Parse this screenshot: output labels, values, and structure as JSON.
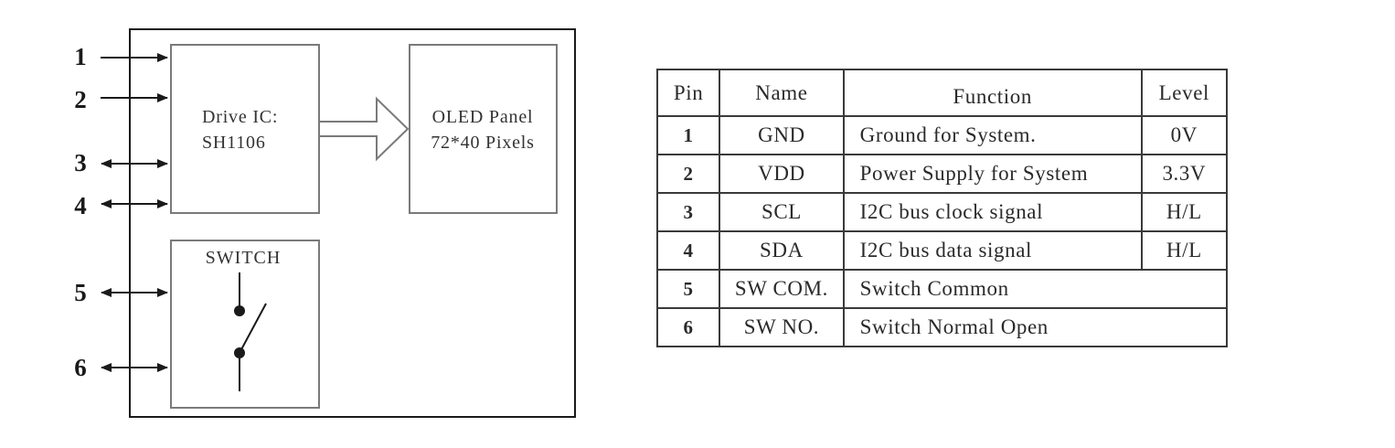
{
  "diagram": {
    "pin_labels": [
      "1",
      "2",
      "3",
      "4",
      "5",
      "6"
    ],
    "drive_ic": {
      "line1": "Drive IC:",
      "line2": "SH1106"
    },
    "oled_panel": {
      "line1": "OLED Panel",
      "line2": "72*40 Pixels"
    },
    "switch_label": "SWITCH"
  },
  "table": {
    "headers": {
      "pin": "Pin",
      "name": "Name",
      "function": "Function",
      "level": "Level"
    },
    "rows": [
      {
        "pin": "1",
        "name": "GND",
        "function": "Ground for System.",
        "level": "0V"
      },
      {
        "pin": "2",
        "name": "VDD",
        "function": "Power Supply for System",
        "level": "3.3V"
      },
      {
        "pin": "3",
        "name": "SCL",
        "function": "I2C bus clock signal",
        "level": "H/L"
      },
      {
        "pin": "4",
        "name": "SDA",
        "function": "I2C bus data signal",
        "level": "H/L"
      },
      {
        "pin": "5",
        "name": "SW COM.",
        "function": "Switch Common",
        "level": ""
      },
      {
        "pin": "6",
        "name": "SW NO.",
        "function": "Switch Normal Open",
        "level": ""
      }
    ]
  }
}
